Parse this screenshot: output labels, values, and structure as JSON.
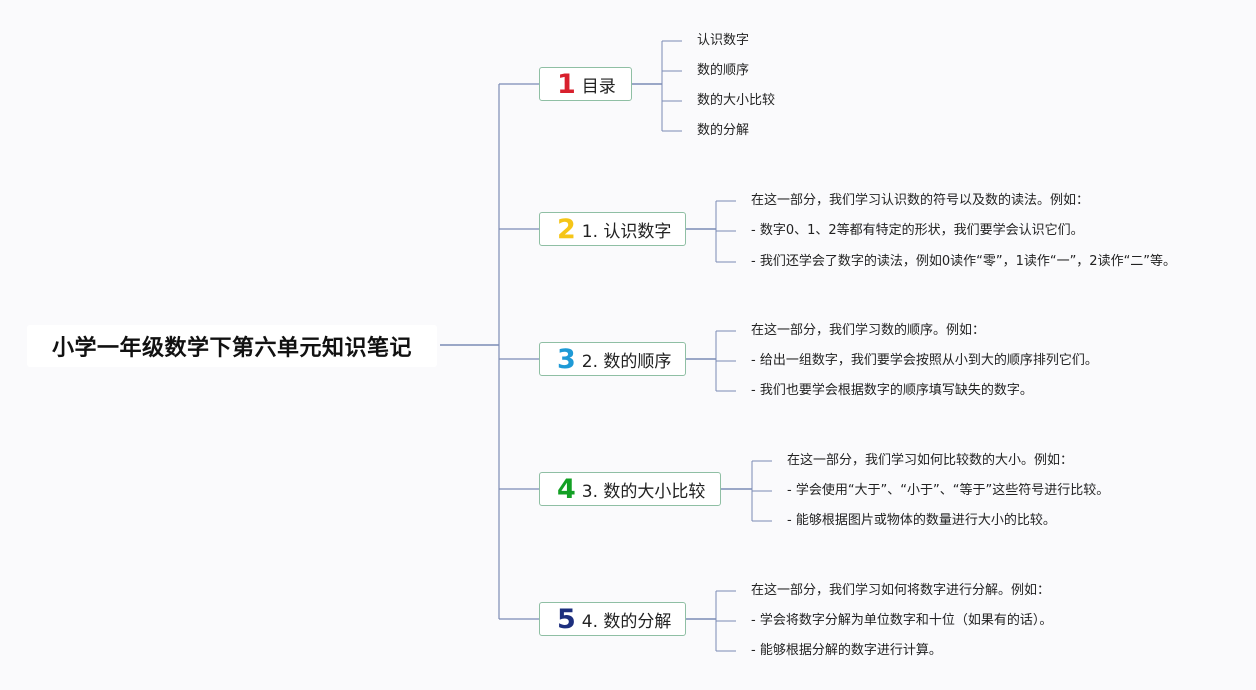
{
  "title": "小学一年级数学下第六单元知识笔记",
  "branches": [
    {
      "number": "1",
      "label": "目录",
      "number_color": "#d8202d",
      "children": [
        "认识数字",
        "数的顺序",
        "数的大小比较",
        "数的分解"
      ]
    },
    {
      "number": "2",
      "label": "1. 认识数字",
      "number_color": "#f5c518",
      "children": [
        "在这一部分，我们学习认识数的符号以及数的读法。例如：",
        "- 数字0、1、2等都有特定的形状，我们要学会认识它们。",
        "- 我们还学会了数字的读法，例如0读作“零”，1读作“一”，2读作“二”等。"
      ]
    },
    {
      "number": "3",
      "label": "2. 数的顺序",
      "number_color": "#1f9ad6",
      "children": [
        "在这一部分，我们学习数的顺序。例如：",
        "- 给出一组数字，我们要学会按照从小到大的顺序排列它们。",
        "- 我们也要学会根据数字的顺序填写缺失的数字。"
      ]
    },
    {
      "number": "4",
      "label": "3. 数的大小比较",
      "number_color": "#13a024",
      "children": [
        "在这一部分，我们学习如何比较数的大小。例如：",
        "- 学会使用“大于”、“小于”、“等于”这些符号进行比较。",
        "- 能够根据图片或物体的数量进行大小的比较。"
      ]
    },
    {
      "number": "5",
      "label": "4. 数的分解",
      "number_color": "#1d2f7e",
      "children": [
        "在这一部分，我们学习如何将数字进行分解。例如：",
        "- 学会将数字分解为单位数字和十位（如果有的话）。",
        "- 能够根据分解的数字进行计算。"
      ]
    }
  ]
}
